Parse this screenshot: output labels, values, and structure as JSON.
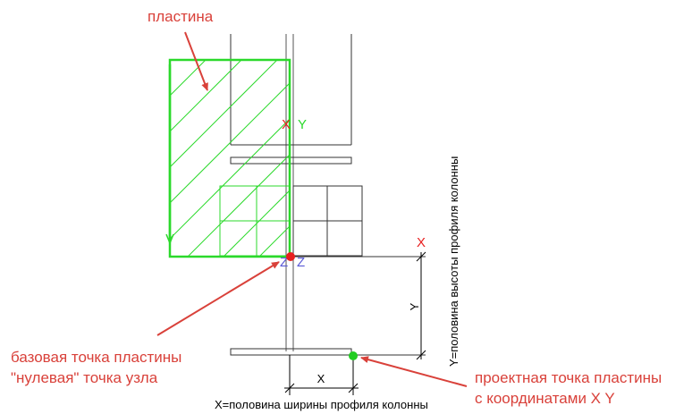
{
  "labels": {
    "plate": "пластина",
    "base_point_line1": "базовая точка пластины",
    "base_point_line2": "\"нулевая\" точка узла",
    "design_point_line1": "проектная точка пластины",
    "design_point_line2": "с координатами X Y",
    "x_dimension_caption": "X=половина ширины профиля колонны",
    "y_dimension_caption": "Y=половина высоты профиля колонны"
  },
  "axes": {
    "x": "X",
    "y": "Y",
    "z": "Z"
  },
  "dimensions": {
    "x_label": "X",
    "y_label": "Y"
  },
  "colors": {
    "plate": "#2bd92b",
    "annotation": "#d9413a",
    "point_base": "#e82020",
    "point_design": "#22cc22",
    "axis_x": "#e82020",
    "axis_y": "#2bd92b",
    "axis_z": "#5a5ad6",
    "line": "#000000"
  }
}
